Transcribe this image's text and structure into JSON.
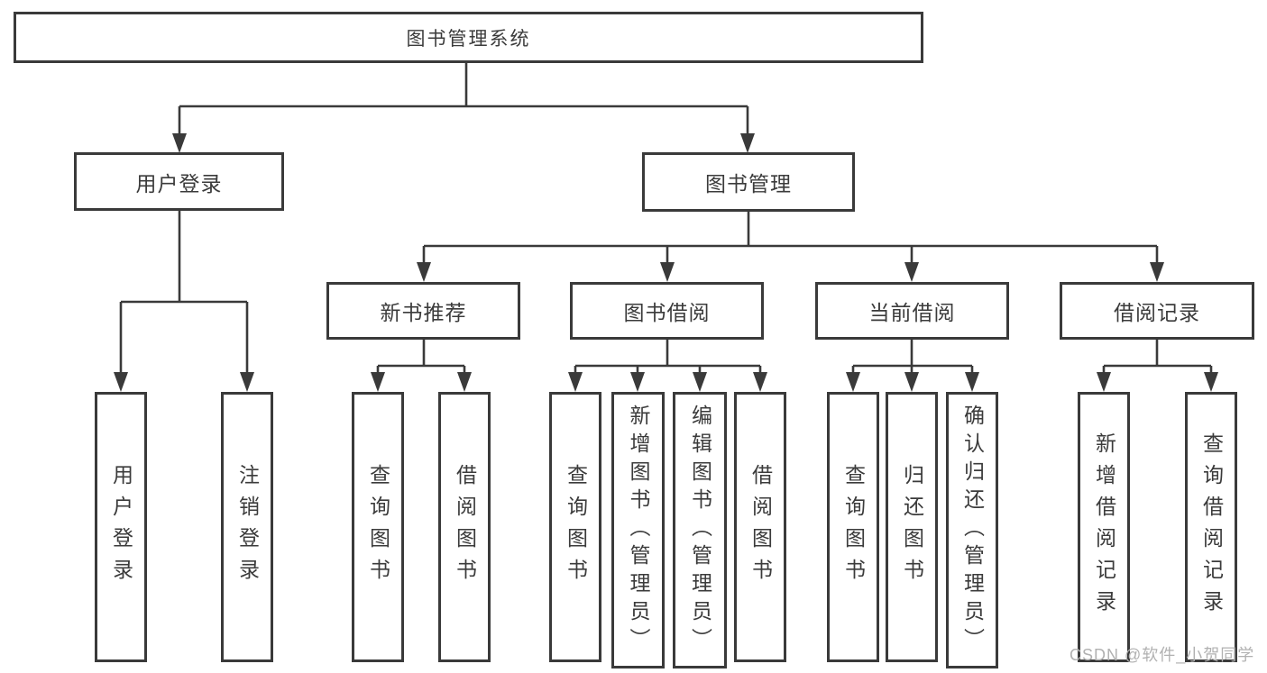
{
  "colors": {
    "page_bg": "#ffffff",
    "line": "#3a3a3a",
    "box_border": "#3a3a3a",
    "box_fill": "#ffffff",
    "text": "#3b3b3b",
    "watermark": "#b1b1b1"
  },
  "diagram": {
    "root": {
      "label": "图书管理系统"
    },
    "branches": [
      {
        "label": "用户登录",
        "children": [
          {
            "label": "用户登录"
          },
          {
            "label": "注销登录"
          }
        ]
      },
      {
        "label": "图书管理",
        "children": [
          {
            "label": "新书推荐",
            "children": [
              {
                "label": "查询图书"
              },
              {
                "label": "借阅图书"
              }
            ]
          },
          {
            "label": "图书借阅",
            "children": [
              {
                "label": "查询图书"
              },
              {
                "label": "新增图书（管理员）"
              },
              {
                "label": "编辑图书（管理员）"
              },
              {
                "label": "借阅图书"
              }
            ]
          },
          {
            "label": "当前借阅",
            "children": [
              {
                "label": "查询图书"
              },
              {
                "label": "归还图书"
              },
              {
                "label": "确认归还（管理员）"
              }
            ]
          },
          {
            "label": "借阅记录",
            "children": [
              {
                "label": "新增借阅记录"
              },
              {
                "label": "查询借阅记录"
              }
            ]
          }
        ]
      }
    ]
  },
  "watermark": {
    "text": "CSDN @软件_小贺同学"
  }
}
